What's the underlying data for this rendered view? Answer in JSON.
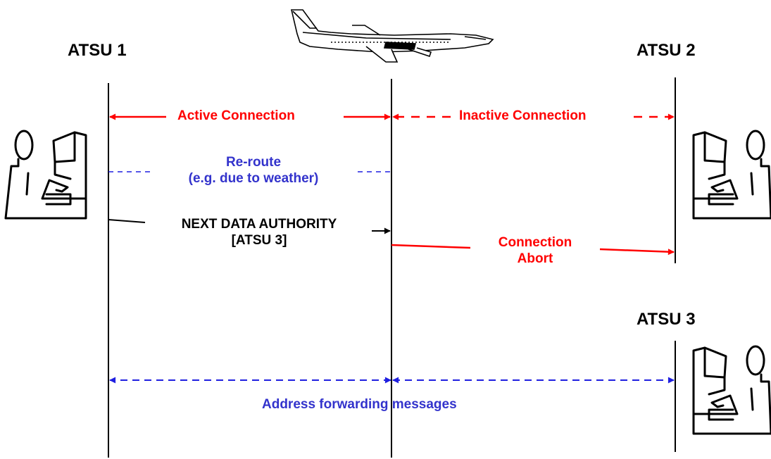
{
  "units": {
    "atsu1": "ATSU 1",
    "atsu2": "ATSU 2",
    "atsu3": "ATSU 3"
  },
  "messages": {
    "active": "Active Connection",
    "inactive": "Inactive Connection",
    "reroute": [
      "Re-route",
      "(e.g. due to weather)"
    ],
    "nda": [
      "NEXT DATA AUTHORITY",
      "[ATSU 3]"
    ],
    "abort": [
      "Connection",
      "Abort"
    ],
    "forwarding": "Address forwarding messages"
  },
  "colors": {
    "red": "#ff0000",
    "blue": "#3333cc",
    "black": "#000000"
  },
  "icons": [
    "airplane-icon",
    "controller-icon"
  ]
}
